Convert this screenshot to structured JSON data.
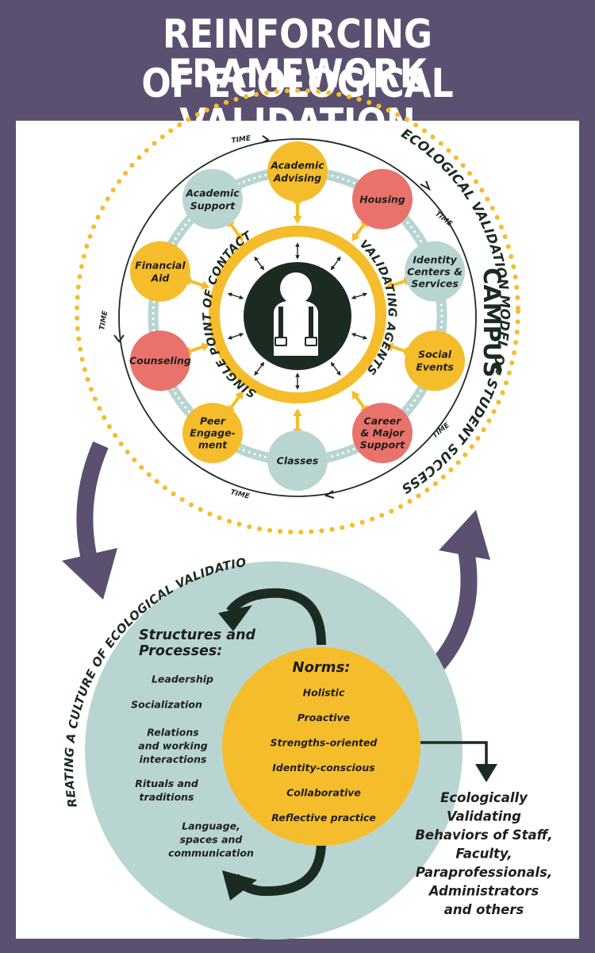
{
  "title": {
    "line1": "REINFORCING FRAMEWORK",
    "line2": "OF ECOLOGICAL VALIDATION"
  },
  "campus": {
    "arc_label": "ECOLOGICAL VALIDATION MODEL OF STUDENT SUCCESS",
    "campus_label": "CAMPUS",
    "time_label": "TIME",
    "ring_left": "SINGLE POINT OF CONTACT",
    "ring_right": "VALIDATING AGENTS",
    "nodes": [
      {
        "lines": [
          "Academic",
          "Advising"
        ],
        "color": "#f5bd2c"
      },
      {
        "lines": [
          "Housing"
        ],
        "color": "#e9736b"
      },
      {
        "lines": [
          "Identity",
          "Centers &",
          "Services"
        ],
        "color": "#b8d5d2"
      },
      {
        "lines": [
          "Social",
          "Events"
        ],
        "color": "#f5bd2c"
      },
      {
        "lines": [
          "Career",
          "& Major",
          "Support"
        ],
        "color": "#e9736b"
      },
      {
        "lines": [
          "Classes"
        ],
        "color": "#b8d5d2"
      },
      {
        "lines": [
          "Peer",
          "Engage-",
          "ment"
        ],
        "color": "#f5bd2c"
      },
      {
        "lines": [
          "Counseling"
        ],
        "color": "#e9736b"
      },
      {
        "lines": [
          "Financial",
          "Aid"
        ],
        "color": "#f5bd2c"
      },
      {
        "lines": [
          "Academic",
          "Support"
        ],
        "color": "#b8d5d2"
      }
    ]
  },
  "culture": {
    "arc_label": "CREATING A CULTURE OF ECOLOGICAL VALIDATION",
    "structures_title": [
      "Structures and",
      "Processes:"
    ],
    "structures": [
      [
        "Leadership"
      ],
      [
        "Socialization"
      ],
      [
        "Relations",
        "and working",
        "interactions"
      ],
      [
        "Rituals and",
        "traditions"
      ],
      [
        "Language,",
        "spaces and",
        "communication"
      ]
    ],
    "norms_title": "Norms:",
    "norms": [
      "Holistic",
      "Proactive",
      "Strengths-oriented",
      "Identity-conscious",
      "Collaborative",
      "Reflective practice"
    ]
  },
  "behaviors": [
    "Ecologically",
    "Validating",
    "Behaviors of Staff,",
    "Faculty,",
    "Paraprofessionals,",
    "Administrators",
    "and others"
  ],
  "colors": {
    "purple": "#5b5070",
    "gold": "#f5bd2c",
    "coral": "#e9736b",
    "teal": "#b8d5d2",
    "dark": "#1c2b22"
  }
}
